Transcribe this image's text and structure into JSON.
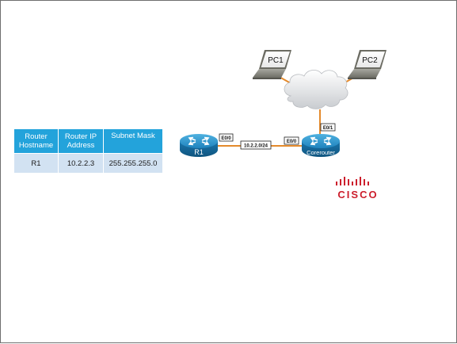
{
  "table": {
    "headers": [
      "Router Hostname",
      "Router IP Address",
      "Subnet Mask"
    ],
    "header_lines": [
      [
        "Router",
        "Hostname"
      ],
      [
        "Router IP",
        "Address"
      ],
      [
        "Subnet Mask"
      ]
    ],
    "rows": [
      [
        "R1",
        "10.2.2.3",
        "255.255.255.0"
      ]
    ]
  },
  "diagram": {
    "devices": {
      "pc1": "PC1",
      "pc2": "PC2",
      "r1": "R1",
      "corerouter": "Corerouter"
    },
    "interfaces": {
      "r1_link": "E0/0",
      "core_link": "E0/0",
      "core_cloud": "E0/1"
    },
    "network": "10.2.2.0/24"
  },
  "brand": {
    "logo_text": "CISCO",
    "color": "#cc1e2c"
  },
  "colors": {
    "table_header": "#23a3db",
    "table_row": "#d2e2f2",
    "router_body": "#1f83bd",
    "link_line": "#e48a2c"
  }
}
